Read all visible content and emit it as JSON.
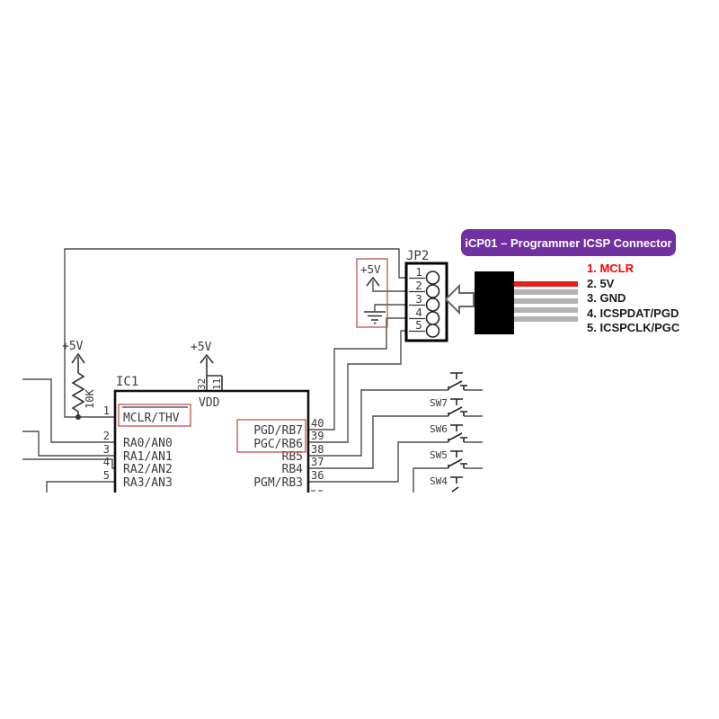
{
  "banner": {
    "label": "iCP01 – Programmer ICSP Connector"
  },
  "legend": {
    "items": [
      {
        "text": "1. MCLR",
        "color": "#FF0000"
      },
      {
        "text": "2. 5V",
        "color": "#1A1A1A"
      },
      {
        "text": "3. GND",
        "color": "#1A1A1A"
      },
      {
        "text": "4. ICSPDAT/PGD",
        "color": "#1A1A1A"
      },
      {
        "text": "5. ICSPCLK/PGC",
        "color": "#1A1A1A"
      }
    ]
  },
  "cable": {
    "stripes": [
      "#E3201B",
      "#B3B3B3",
      "#B3B3B3",
      "#B3B3B3",
      "#B3B3B3"
    ]
  },
  "colors": {
    "banner_bg": "#7030A0",
    "banner_fg": "#FFFFFF",
    "connector": "#000000",
    "annotation_red": "#C0504D",
    "wire": "#4D4D4D"
  },
  "schematic": {
    "jp2": {
      "label": "JP2",
      "pin_numbers": [
        "1",
        "2",
        "3",
        "4",
        "5"
      ]
    },
    "jp2_power": {
      "plus5v": "+5V"
    },
    "pullup": {
      "plus5v": "+5V",
      "value": "10K"
    },
    "vdd_supply": {
      "plus5v": "+5V",
      "pin_numbers": [
        "32",
        "11"
      ]
    },
    "ic": {
      "ref": "IC1",
      "vdd": "VDD",
      "left_pins": [
        {
          "num": "1",
          "name": "MCLR/THV"
        },
        {
          "num": "2",
          "name": "RA0/AN0"
        },
        {
          "num": "3",
          "name": "RA1/AN1"
        },
        {
          "num": "4",
          "name": "RA2/AN2"
        },
        {
          "num": "5",
          "name": "RA3/AN3"
        }
      ],
      "right_pins": [
        {
          "num": "40",
          "name": "PGD/RB7"
        },
        {
          "num": "39",
          "name": "PGC/RB6"
        },
        {
          "num": "38",
          "name": "RB5"
        },
        {
          "num": "37",
          "name": "RB4"
        },
        {
          "num": "36",
          "name": "PGM/RB3"
        }
      ]
    },
    "switches": [
      "SW7",
      "SW6",
      "SW5",
      "SW4"
    ]
  }
}
